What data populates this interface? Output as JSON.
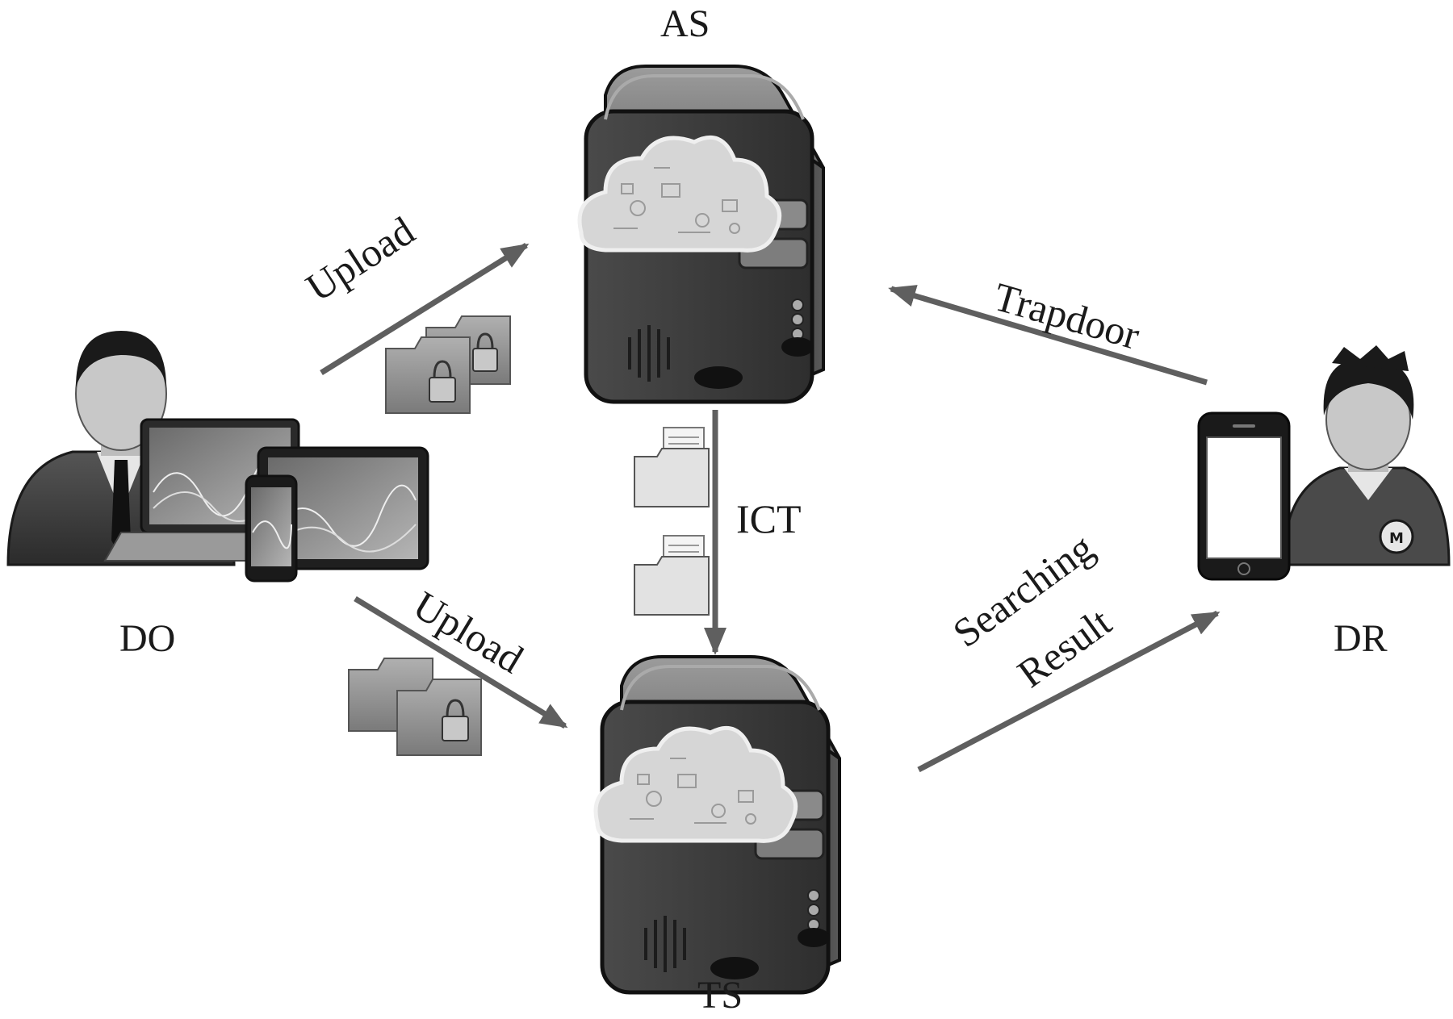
{
  "nodes": {
    "as": {
      "label": "AS"
    },
    "ts": {
      "label": "TS"
    },
    "do": {
      "label": "DO"
    },
    "dr": {
      "label": "DR"
    }
  },
  "edges": {
    "do_as": {
      "label": "Upload"
    },
    "do_ts": {
      "label": "Upload"
    },
    "as_ts": {
      "label": "ICT"
    },
    "dr_as": {
      "label": "Trapdoor"
    },
    "ts_dr": {
      "label_line1": "Searching",
      "label_line2": "Result"
    }
  },
  "colors": {
    "arrow": "#5f5f5f",
    "server_body": "#3b3b3b",
    "server_top": "#8a8a8a",
    "cloud": "#d6d6d6",
    "folder": "#9a9a9a"
  },
  "icons": [
    "server-icon",
    "cloud-icon",
    "person-icon",
    "laptop-icon",
    "tablet-icon",
    "smartphone-icon",
    "locked-folder-icon",
    "document-folder-icon"
  ]
}
